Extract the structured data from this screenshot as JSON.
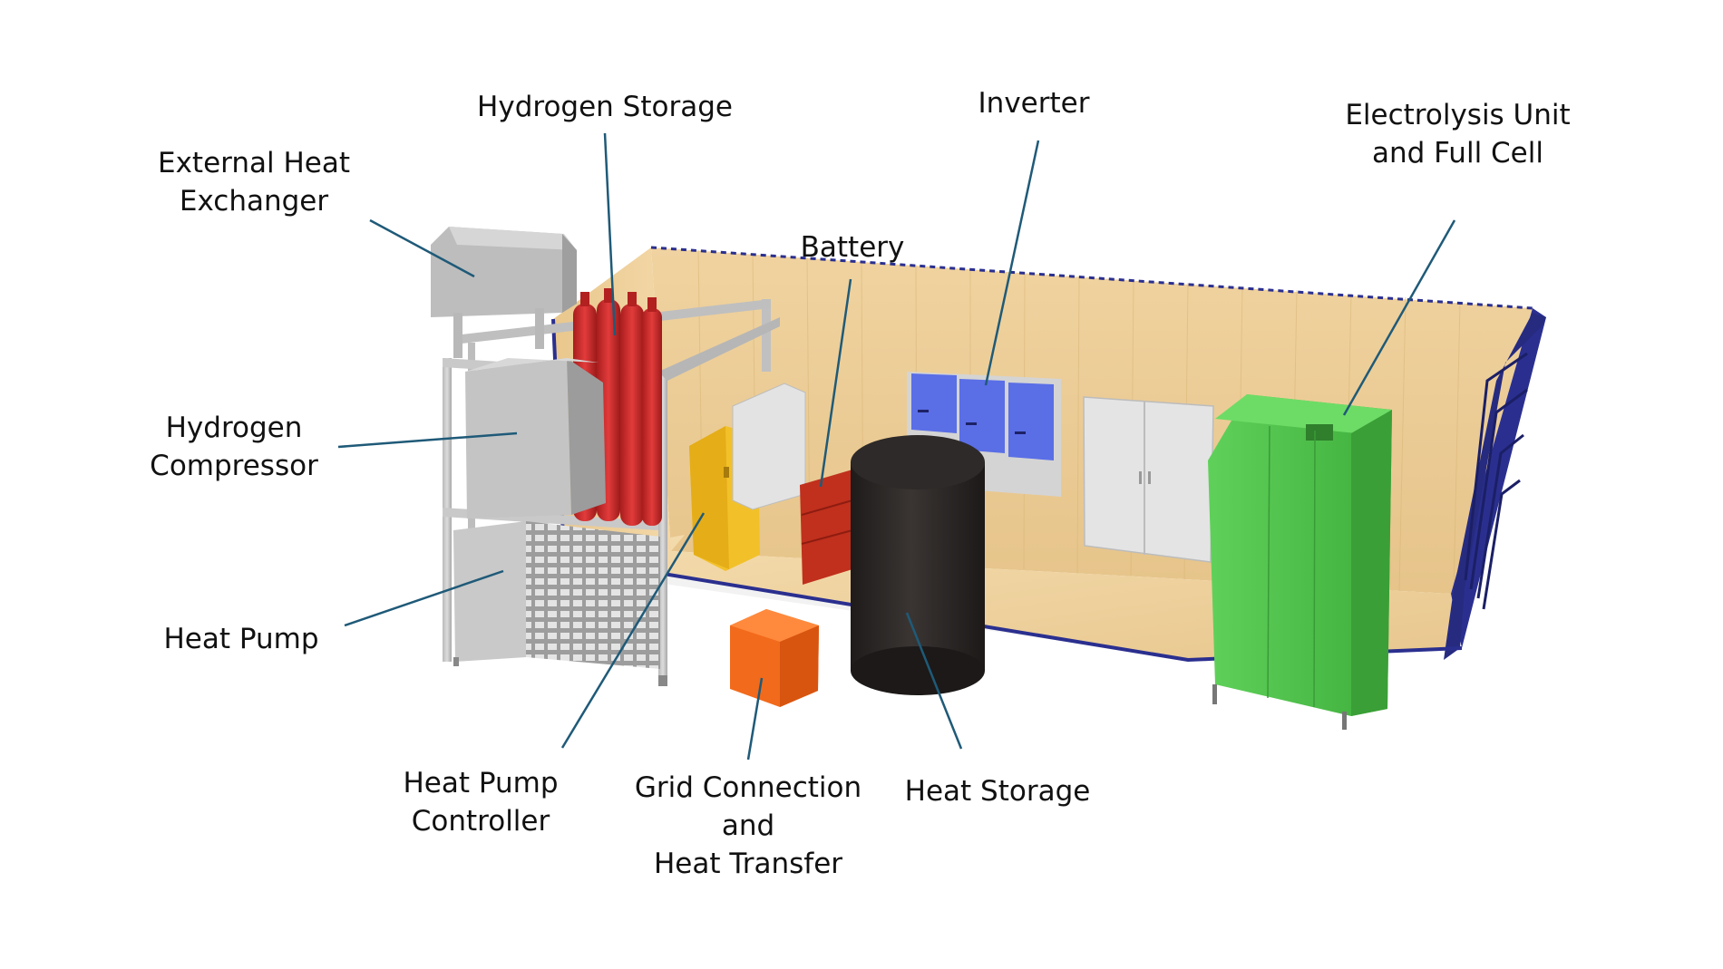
{
  "labels": {
    "external_heat_exchanger": [
      "External Heat",
      "Exchanger"
    ],
    "hydrogen_storage": [
      "Hydrogen Storage"
    ],
    "inverter": [
      "Inverter"
    ],
    "electrolysis_unit": [
      "Electrolysis Unit",
      "and Full Cell"
    ],
    "battery": [
      "Battery"
    ],
    "hydrogen_compressor": [
      "Hydrogen",
      "Compressor"
    ],
    "heat_pump": [
      "Heat Pump"
    ],
    "heat_pump_controller": [
      "Heat Pump",
      "Controller"
    ],
    "grid_connection": [
      "Grid Connection",
      "and",
      "Heat Transfer"
    ],
    "heat_storage": [
      "Heat Storage"
    ]
  },
  "colors": {
    "leader_line": "#1f5a78",
    "container_frame": "#2a2f8f",
    "wood": "#e8c98e",
    "green_unit": "#4cc24a",
    "heat_storage_tank": "#2b2726",
    "grid_box": "#f26a1b",
    "heat_pump_controller": "#f2c12a",
    "battery": "#c0301d",
    "inverter": "#5a6ee6",
    "hydrogen_cylinders": "#d42a2a",
    "steel": "#c6c6c6"
  }
}
